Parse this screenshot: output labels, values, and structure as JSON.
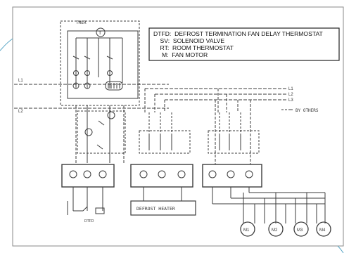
{
  "legend": {
    "lines": [
      "DTFD:  DEFROST TERMINATION FAN DELAY THERMOSTAT",
      "    SV:  SOLENOID VALVE",
      "    RT:  ROOM THERMOSTAT",
      "     M:  FAN MOTOR"
    ]
  },
  "labels": {
    "timer": "TMER",
    "t_symbol": "T",
    "left_line_1": "L1",
    "left_line_2": "L2",
    "right_lines": [
      "L1",
      "L2",
      "L3"
    ],
    "by_others": "BY OTHERS",
    "defrost_heater": "DEFROST HEATER",
    "dtfd": "DTFD",
    "fan_motors": [
      "M1",
      "M2",
      "M3",
      "M4"
    ]
  }
}
